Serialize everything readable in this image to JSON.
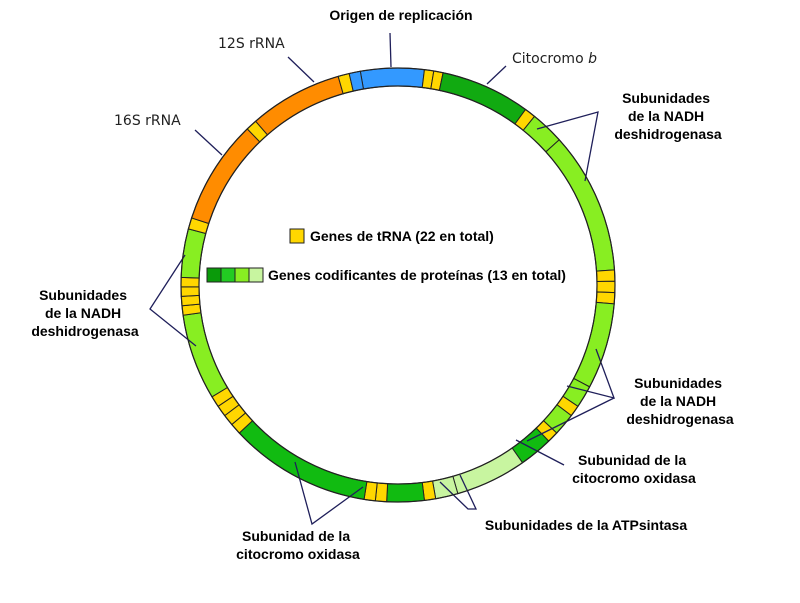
{
  "colors": {
    "trna": "#ffd700",
    "nadh": "#88ee22",
    "cox": "#11bb11",
    "cytb": "#11aa11",
    "atp": "#c8f5a0",
    "rrna": "#ff8c00",
    "origin": "#3399ff",
    "leader": "#1f1f5a"
  },
  "labels": {
    "origin": "Origen de replicación",
    "cytb_prefix": "Citocromo ",
    "cytb_italic": "b",
    "rrna12": "12S rRNA",
    "rrna16": "16S rRNA",
    "nadh_top": [
      "Subunidades",
      "de la NADH",
      "deshidrogenasa"
    ],
    "nadh_left": [
      "Subunidades",
      "de la NADH",
      "deshidrogenasa"
    ],
    "nadh_right": [
      "Subunidades",
      "de la NADH",
      "deshidrogenasa"
    ],
    "cox_right": [
      "Subunidad de la",
      "citocromo oxidasa"
    ],
    "cox_bottom": [
      "Subunidad de la",
      "citocromo oxidasa"
    ],
    "atp": "Subunidades de la ATPsintasa"
  },
  "legend": {
    "trna": "Genes de tRNA (22 en total)",
    "protein": "Genes codificantes de proteínas (13 en total)"
  }
}
